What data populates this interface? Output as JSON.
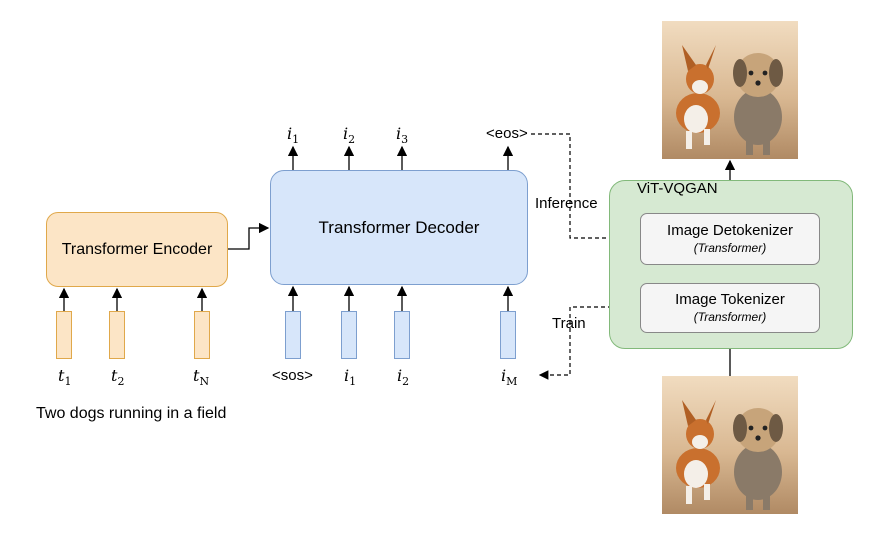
{
  "encoder": {
    "label": "Transformer Encoder"
  },
  "decoder": {
    "label": "Transformer Decoder"
  },
  "vitvqgan": {
    "title": "ViT-VQGAN",
    "detokenizer": {
      "label": "Image Detokenizer",
      "sub": "(Transformer)"
    },
    "tokenizer": {
      "label": "Image Tokenizer",
      "sub": "(Transformer)"
    }
  },
  "text_tokens": [
    {
      "base": "t",
      "sub": "1"
    },
    {
      "base": "t",
      "sub": "2"
    },
    {
      "base": "t",
      "sub": "N"
    }
  ],
  "decoder_inputs": [
    "<sos>",
    "i1",
    "i2",
    "iM"
  ],
  "decoder_input_labels": {
    "sos": "<sos>",
    "i1": {
      "base": "i",
      "sub": "1"
    },
    "i2": {
      "base": "i",
      "sub": "2"
    },
    "iM": {
      "base": "i",
      "sub": "M"
    }
  },
  "decoder_outputs": {
    "i1": {
      "base": "i",
      "sub": "1"
    },
    "i2": {
      "base": "i",
      "sub": "2"
    },
    "i3": {
      "base": "i",
      "sub": "3"
    },
    "eos": "<eos>"
  },
  "labels": {
    "inference": "Inference",
    "train": "Train"
  },
  "caption": "Two dogs running in a field",
  "images": {
    "output": "dog-photo",
    "input": "dog-photo"
  }
}
